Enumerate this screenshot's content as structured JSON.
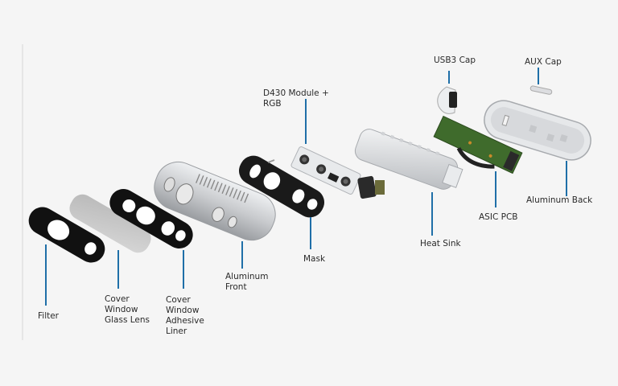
{
  "diagram": {
    "type": "exploded-view",
    "subject": "depth camera assembly",
    "colors": {
      "background": "#f5f5f5",
      "leader_line": "#1f6fa8",
      "label_text": "#2a2a2a",
      "aluminum": "#c9cbce",
      "black_part": "#111111",
      "pcb_green": "#3f6b2c"
    },
    "labels": {
      "filter": "Filter",
      "cover_window_glass_lens": "Cover\nWindow\nGlass Lens",
      "cover_window_adhesive_liner": "Cover\nWindow\nAdhesive\nLiner",
      "aluminum_front": "Aluminum\nFront",
      "mask": "Mask",
      "d430_module": "D430 Module +\nRGB",
      "heat_sink": "Heat Sink",
      "usb3_cap": "USB3 Cap",
      "asic_pcb": "ASIC PCB",
      "aux_cap": "AUX Cap",
      "aluminum_back": "Aluminum Back"
    }
  }
}
